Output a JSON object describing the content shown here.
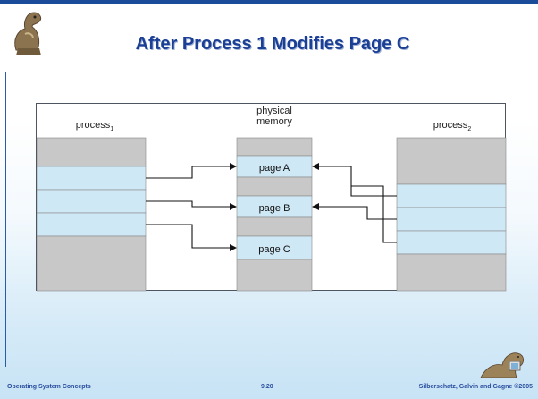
{
  "slide": {
    "title": "After Process 1 Modifies Page C"
  },
  "diagram": {
    "process1_label": "process",
    "process1_sub": "1",
    "memory_label_line1": "physical",
    "memory_label_line2": "memory",
    "process2_label": "process",
    "process2_sub": "2",
    "pages": [
      "page A",
      "page B",
      "page C"
    ]
  },
  "footer": {
    "left": "Operating System Concepts",
    "center": "9.20",
    "right": "Silberschatz, Galvin and Gagne ©2005"
  },
  "colors": {
    "title": "#1b3f94",
    "gray_block": "#c8c8c8",
    "blue_block": "#cfe8f6",
    "accent": "#1a4c99"
  }
}
